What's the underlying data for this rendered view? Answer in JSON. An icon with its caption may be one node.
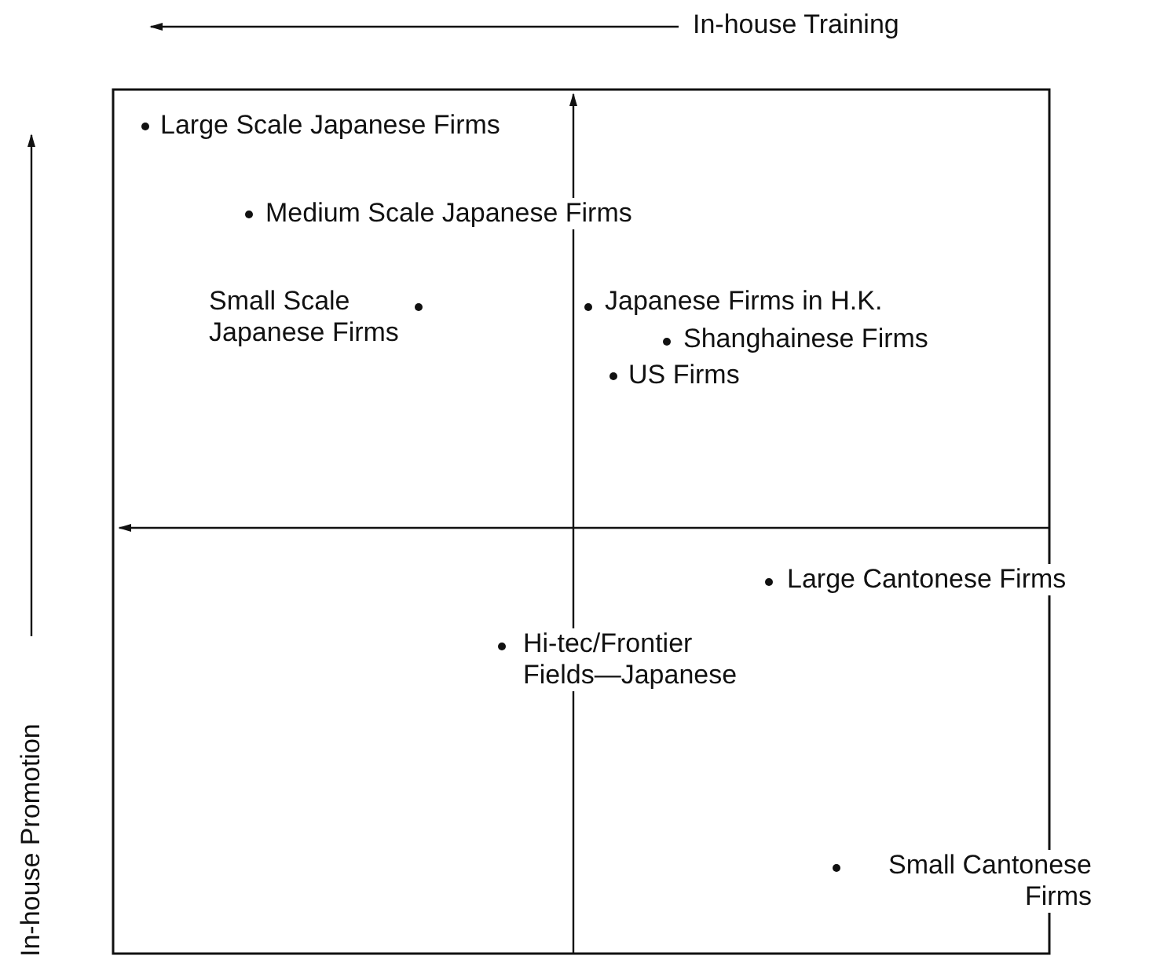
{
  "diagram": {
    "labels": [
      "In-house Training",
      "In-house Promotion",
      "Large Scale Japanese Firms",
      "Medium Scale Japanese Firms",
      "Small Scale Japanese Firms",
      "Japanese Firms in H.K.",
      "Shanghainese Firms",
      "US Firms",
      "Large Cantonese Firms",
      "Hi-tec/Frontier Fields—Japanese",
      "Small Cantonese Firms"
    ]
  }
}
